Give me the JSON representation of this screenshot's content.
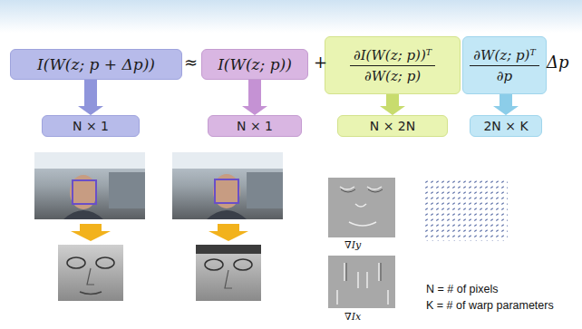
{
  "diagram": {
    "nodes": [
      {
        "text": [
          "I(W(z; p + Δp))"
        ]
      },
      {
        "text": [
          "I(W(z; p))"
        ]
      },
      {
        "text": [
          "∂I(W(z; p))ᵀ",
          "∂W(z; p)"
        ]
      },
      {
        "text": [
          "∂W(z; p)ᵀ",
          "∂p"
        ]
      },
      {
        "text": [
          "N × 1"
        ]
      },
      {
        "text": [
          "N × 1"
        ]
      },
      {
        "text": [
          "N × 2N"
        ]
      },
      {
        "text": [
          "2N × K"
        ]
      }
    ],
    "edges": [
      {
        "from": 0,
        "to": 4,
        "arrow": "to"
      },
      {
        "from": 1,
        "to": 5,
        "arrow": "to"
      },
      {
        "from": 2,
        "to": 6,
        "arrow": "to"
      },
      {
        "from": 3,
        "to": 7,
        "arrow": "to"
      }
    ],
    "labels": [
      "≈",
      "+",
      "Δp",
      "∇Iy",
      "∇Ix",
      "N = # of pixels",
      "K = # of warp parameters"
    ]
  }
}
